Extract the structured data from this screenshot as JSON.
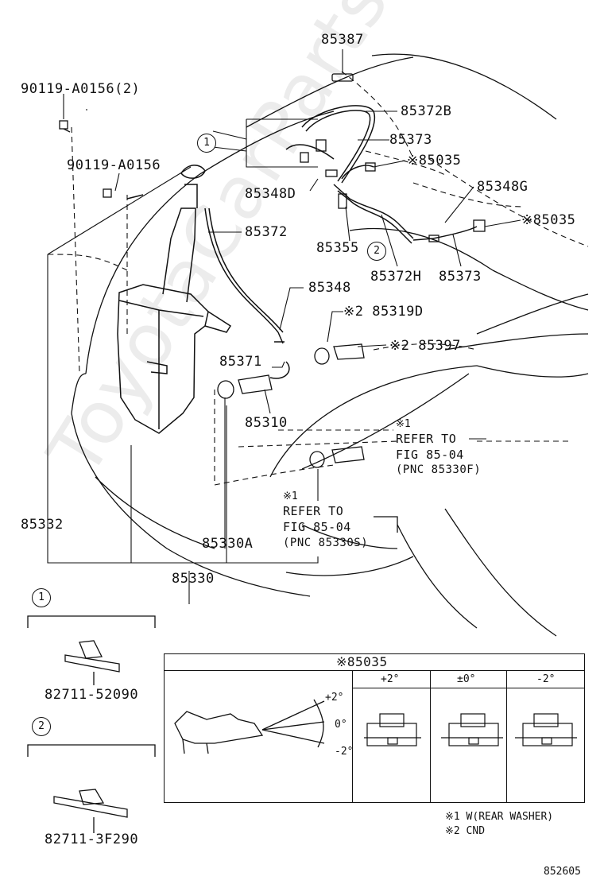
{
  "parts": {
    "p85387": "85387",
    "p90119_2": "90119-A0156(2)",
    "p90119": "90119-A0156",
    "p85372B": "85372B",
    "p85373_top": "85373",
    "p85035_top": "※85035",
    "p85348D": "85348D",
    "p85348G": "85348G",
    "p85035_right": "※85035",
    "p85372": "85372",
    "p85355": "85355",
    "p85372H": "85372H",
    "p85373_right": "85373",
    "p85348": "85348",
    "p85319D": "※2 85319D",
    "p85371": "85371",
    "p85397": "※2 85397",
    "p85310": "85310",
    "p85332": "85332",
    "p85330A": "85330A",
    "p85330": "85330",
    "p82711_52090": "82711-52090",
    "p82711_3F290": "82711-3F290"
  },
  "refers": {
    "rear": {
      "mark": "※1",
      "line1": "REFER TO",
      "line2": "FIG 85-04",
      "line3": "(PNC 85330F)"
    },
    "front": {
      "mark": "※1",
      "line1": "REFER TO",
      "line2": "FIG 85-04",
      "line3": "(PNC 85330S)"
    }
  },
  "callouts": {
    "one": "1",
    "two": "2"
  },
  "insets": {
    "one_label": "1",
    "two_label": "2"
  },
  "table": {
    "title": "※85035",
    "angles": [
      "+2°",
      "±0°",
      "-2°"
    ],
    "diagram_plus": "+2°",
    "diagram_zero": "0°",
    "diagram_minus": "-2°"
  },
  "notes": [
    "※1 W(REAR WASHER)",
    "※2 CND"
  ],
  "figure_number": "852605",
  "watermark": "ToyotaCarParts.ru"
}
